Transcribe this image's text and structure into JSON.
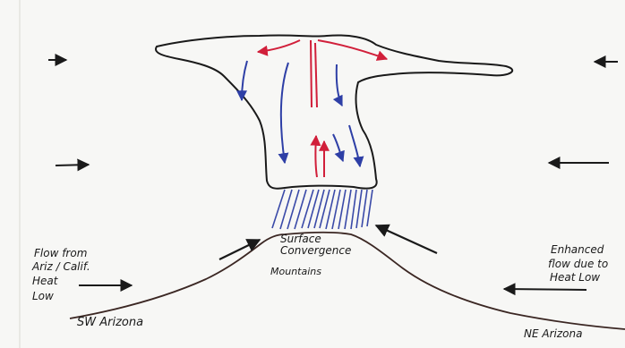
{
  "labels": {
    "surface_convergence": [
      "Surface",
      "Convergence"
    ],
    "mountains": "Mountains",
    "flow_left": [
      "Flow from",
      "Ariz / Calif.",
      "Heat",
      "Low"
    ],
    "flow_right": [
      "Enhanced",
      "flow due to",
      "Heat Low"
    ],
    "sw_arizona": "SW Arizona",
    "ne_arizona": "NE Arizona"
  },
  "colors": {
    "ink": "#1a1a1a",
    "updraft": "#d11f3a",
    "downdraft": "#2e3fa6",
    "rain": "#3a4aa8",
    "terrain": "#3b2723",
    "paper": "#f7f7f5"
  }
}
